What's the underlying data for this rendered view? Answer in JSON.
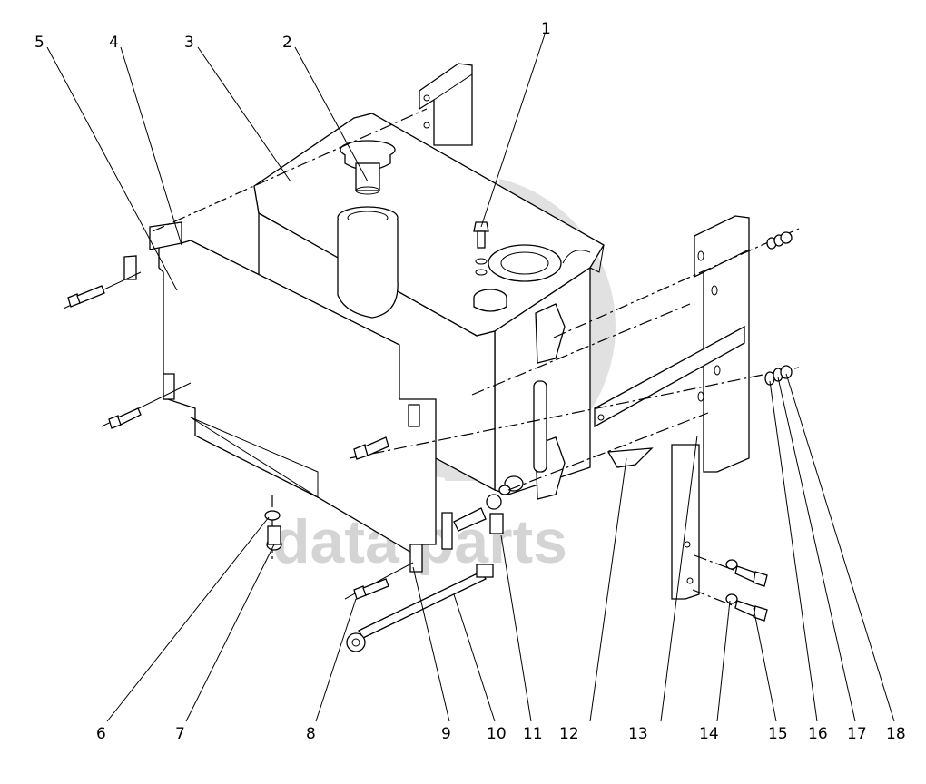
{
  "watermark": {
    "text": "data parts",
    "color": "#d4d4d4"
  },
  "callouts": [
    "1",
    "2",
    "3",
    "4",
    "5",
    "6",
    "7",
    "8",
    "9",
    "10",
    "11",
    "12",
    "13",
    "14",
    "15",
    "16",
    "17",
    "18"
  ]
}
